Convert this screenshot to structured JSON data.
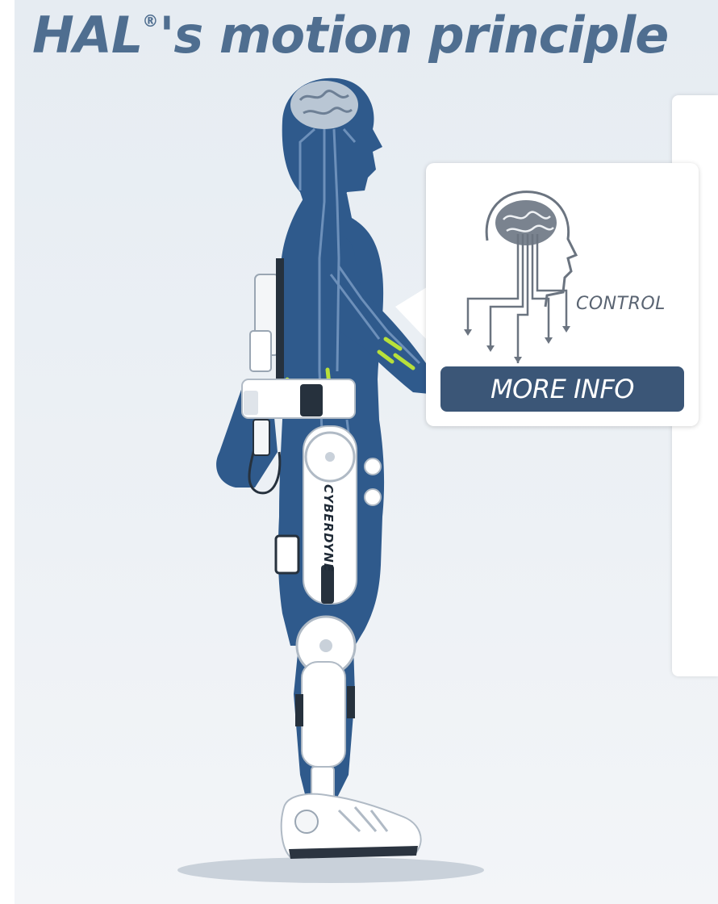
{
  "title": {
    "main": "HAL",
    "registered": "®",
    "rest": "'s motion principle"
  },
  "callout": {
    "label": "CONTROL",
    "button_label": "MORE INFO"
  },
  "device": {
    "brand_text": "CYBERDYNE"
  },
  "colors": {
    "title": "#4f6e90",
    "body_silhouette": "#2f5a8c",
    "button_bg": "#3b5677",
    "nerve_highlight": "#b8e03a"
  },
  "icons": [
    "brain-head-icon",
    "brain-icon"
  ]
}
